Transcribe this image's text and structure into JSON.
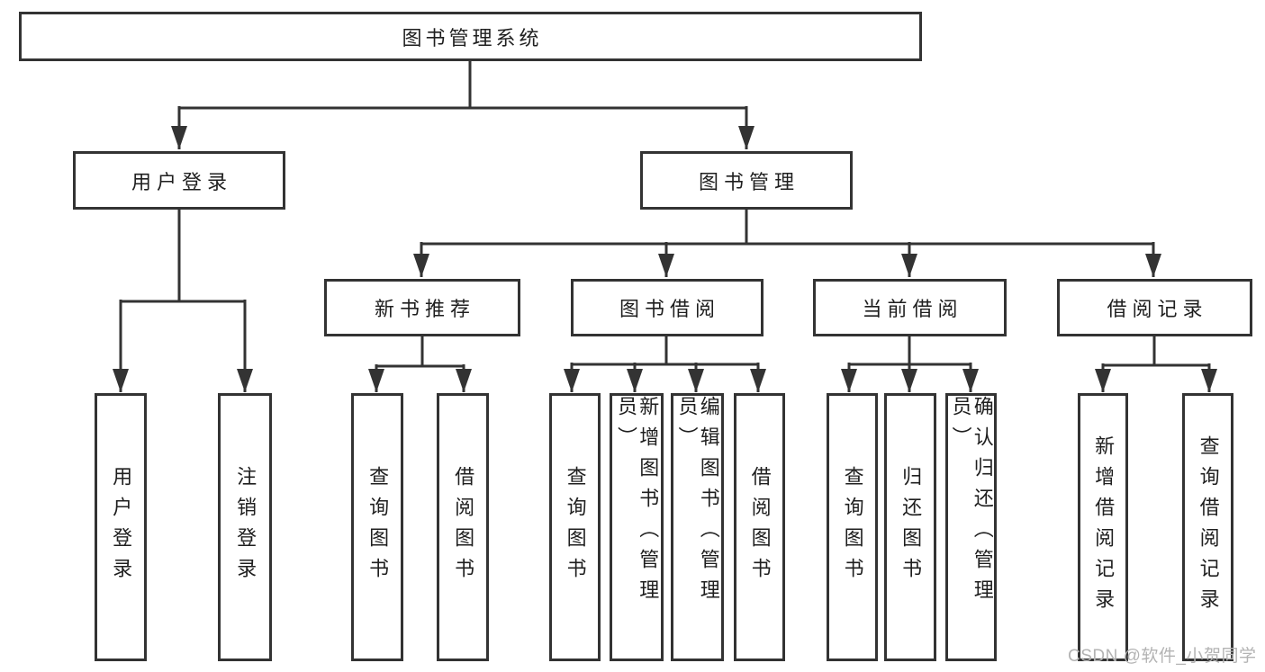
{
  "diagram_title": "图书管理系统",
  "colors": {
    "line": "#333333",
    "box_border": "#333333",
    "text": "#1f1f1f",
    "watermark": "#b3b3b3",
    "background": "#ffffff"
  },
  "tree": {
    "root": {
      "label": "图书管理系统"
    },
    "branches": [
      {
        "label": "用户登录",
        "children": [
          {
            "label": "用户登录"
          },
          {
            "label": "注销登录"
          }
        ]
      },
      {
        "label": "图书管理",
        "children": [
          {
            "label": "新书推荐",
            "children": [
              {
                "label": "查询图书"
              },
              {
                "label": "借阅图书"
              }
            ]
          },
          {
            "label": "图书借阅",
            "children": [
              {
                "label": "查询图书"
              },
              {
                "label": "新增图书（管理员）"
              },
              {
                "label": "编辑图书（管理员）"
              },
              {
                "label": "借阅图书"
              }
            ]
          },
          {
            "label": "当前借阅",
            "children": [
              {
                "label": "查询图书"
              },
              {
                "label": "归还图书"
              },
              {
                "label": "确认归还（管理员）"
              }
            ]
          },
          {
            "label": "借阅记录",
            "children": [
              {
                "label": "新增借阅记录"
              },
              {
                "label": "查询借阅记录"
              }
            ]
          }
        ]
      }
    ]
  },
  "watermark": "CSDN @软件_小贺同学"
}
